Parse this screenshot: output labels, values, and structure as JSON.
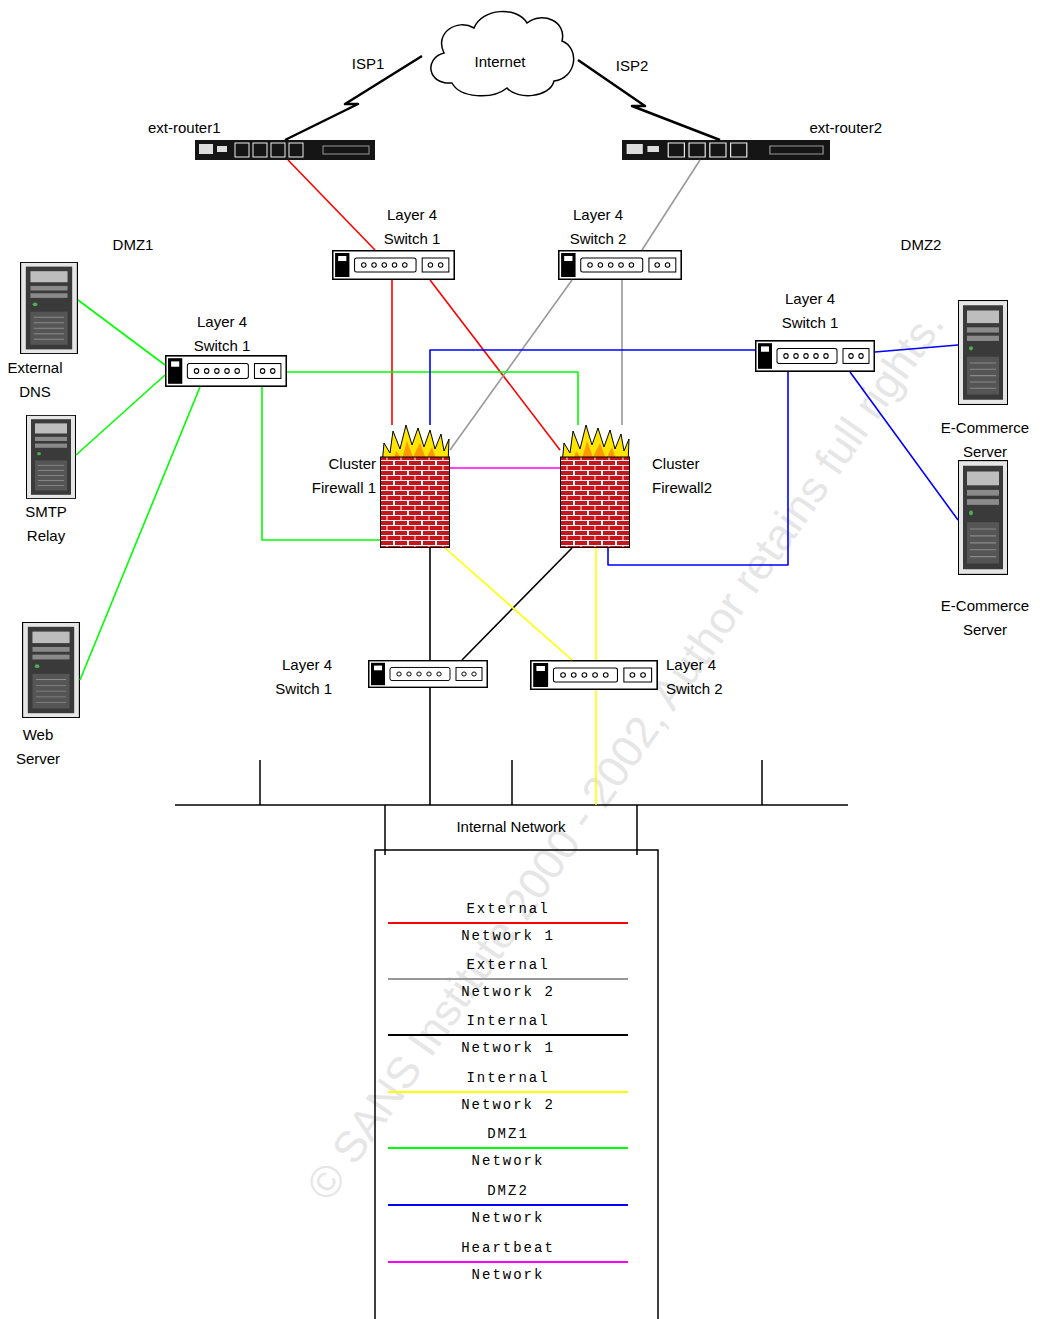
{
  "diagram": {
    "nodes": [
      {
        "text": [
          "Internet"
        ]
      },
      {
        "text": [
          "ext-router1"
        ]
      },
      {
        "text": [
          "ext-router2"
        ]
      },
      {
        "text": [
          "Layer 4 Switch 1"
        ]
      },
      {
        "text": [
          "Layer 4 Switch 2"
        ]
      },
      {
        "text": [
          "Layer 4 Switch 1"
        ]
      },
      {
        "text": [
          "External DNS"
        ]
      },
      {
        "text": [
          "SMTP Relay"
        ]
      },
      {
        "text": [
          "Web Server"
        ]
      },
      {
        "text": [
          "Cluster Firewall 1"
        ]
      },
      {
        "text": [
          "Cluster Firewall2"
        ]
      },
      {
        "text": [
          "Layer 4 Switch 1"
        ]
      },
      {
        "text": [
          "E-Commerce Server"
        ]
      },
      {
        "text": [
          "E-Commerce Server"
        ]
      },
      {
        "text": [
          "Layer 4 Switch 1"
        ]
      },
      {
        "text": [
          "Layer 4 Switch 2"
        ]
      },
      {
        "text": [
          "Internal Network"
        ]
      }
    ],
    "edges": [
      {
        "from": 0,
        "to": 1,
        "label": "ISP1",
        "arrow": "none"
      },
      {
        "from": 0,
        "to": 2,
        "label": "ISP2",
        "arrow": "none"
      },
      {
        "from": 1,
        "to": 3,
        "arrow": "none"
      },
      {
        "from": 2,
        "to": 4,
        "arrow": "none"
      },
      {
        "from": 3,
        "to": 9,
        "arrow": "none"
      },
      {
        "from": 3,
        "to": 10,
        "arrow": "none"
      },
      {
        "from": 4,
        "to": 9,
        "arrow": "none"
      },
      {
        "from": 4,
        "to": 10,
        "arrow": "none"
      },
      {
        "from": 5,
        "to": 6,
        "arrow": "none"
      },
      {
        "from": 5,
        "to": 7,
        "arrow": "none"
      },
      {
        "from": 5,
        "to": 8,
        "arrow": "none"
      },
      {
        "from": 5,
        "to": 9,
        "arrow": "none"
      },
      {
        "from": 5,
        "to": 10,
        "arrow": "none"
      },
      {
        "from": 11,
        "to": 9,
        "arrow": "none"
      },
      {
        "from": 11,
        "to": 10,
        "arrow": "none"
      },
      {
        "from": 11,
        "to": 12,
        "arrow": "none"
      },
      {
        "from": 11,
        "to": 13,
        "arrow": "none"
      },
      {
        "from": 9,
        "to": 10,
        "arrow": "none"
      },
      {
        "from": 9,
        "to": 14,
        "arrow": "none"
      },
      {
        "from": 10,
        "to": 14,
        "arrow": "none"
      },
      {
        "from": 9,
        "to": 15,
        "arrow": "none"
      },
      {
        "from": 10,
        "to": 15,
        "arrow": "none"
      },
      {
        "from": 14,
        "to": 16,
        "arrow": "none"
      },
      {
        "from": 15,
        "to": 16,
        "arrow": "none"
      }
    ],
    "labels": [
      "DMZ1",
      "DMZ2",
      "© SANS Institute 2000 - 2002, Author retains full rights."
    ],
    "legend": [
      {
        "text": "External Network 1",
        "color": "#ff0000"
      },
      {
        "text": "External Network 2",
        "color": "#999999"
      },
      {
        "text": "Internal Network 1",
        "color": "#000000"
      },
      {
        "text": "Internal Network 2",
        "color": "#ffff00"
      },
      {
        "text": "DMZ1 Network",
        "color": "#00ff00"
      },
      {
        "text": "DMZ2 Network",
        "color": "#0000ff"
      },
      {
        "text": "Heartbeat Network",
        "color": "#ff00ff"
      }
    ]
  }
}
